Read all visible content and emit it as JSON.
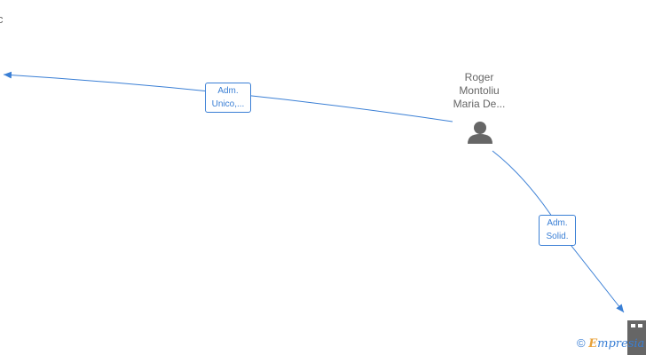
{
  "nodes": {
    "partial_left_label": "c",
    "person": {
      "name_lines": [
        "Roger",
        "Montoliu",
        "Maria De..."
      ],
      "icon": "person-icon"
    },
    "company_partial": {
      "icon": "building-icon"
    }
  },
  "edges": [
    {
      "label_lines": [
        "Adm.",
        "Unico,..."
      ],
      "direction": "to-left-node"
    },
    {
      "label_lines": [
        "Adm.",
        "Solid."
      ],
      "direction": "to-bottom-right-node"
    }
  ],
  "colors": {
    "edge": "#3a7fd5",
    "text": "#666666",
    "icon": "#666666",
    "brand_accent": "#e8a23a"
  },
  "watermark": {
    "symbol": "©",
    "brand_first": "E",
    "brand_rest": "mpresia"
  }
}
